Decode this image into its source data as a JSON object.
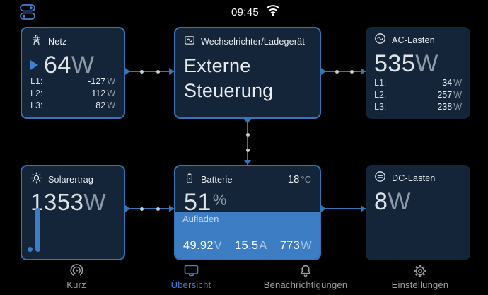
{
  "status_bar": {
    "time": "09:45",
    "wifi_icon": "wifi-icon",
    "menu_icon": "toggles-icon"
  },
  "tiles": {
    "grid": {
      "icon": "pylon-icon",
      "title": "Netz",
      "value": "64",
      "unit": "W",
      "phases": [
        {
          "label": "L1:",
          "value": "-127",
          "unit": "W"
        },
        {
          "label": "L2:",
          "value": "112",
          "unit": "W"
        },
        {
          "label": "L3:",
          "value": "82",
          "unit": "W"
        }
      ]
    },
    "inverter": {
      "icon": "inverter-icon",
      "title": "Wechselrichter/Ladegerät",
      "mode": "Externe Steuerung"
    },
    "ac_loads": {
      "icon": "ac-sine-icon",
      "title": "AC-Lasten",
      "value": "535",
      "unit": "W",
      "phases": [
        {
          "label": "L1:",
          "value": "34",
          "unit": "W"
        },
        {
          "label": "L2:",
          "value": "257",
          "unit": "W"
        },
        {
          "label": "L3:",
          "value": "238",
          "unit": "W"
        }
      ]
    },
    "solar": {
      "icon": "sun-icon",
      "title": "Solarertrag",
      "value": "1353",
      "unit": "W"
    },
    "battery": {
      "icon": "battery-icon",
      "title": "Batterie",
      "temperature_value": "18",
      "temperature_unit": "°C",
      "soc_value": "51",
      "soc_unit": "%",
      "state_label": "Aufladen",
      "fill_percent": 51,
      "metrics": [
        {
          "value": "49.92",
          "unit": "V"
        },
        {
          "value": "15.5",
          "unit": "A"
        },
        {
          "value": "773",
          "unit": "W"
        }
      ]
    },
    "dc_loads": {
      "icon": "dc-icon",
      "title": "DC-Lasten",
      "value": "8",
      "unit": "W"
    }
  },
  "nav": {
    "items": [
      {
        "label": "Kurz",
        "icon": "gauge-rings-icon",
        "active": false
      },
      {
        "label": "Übersicht",
        "icon": "display-icon",
        "active": true
      },
      {
        "label": "Benachrichtigungen",
        "icon": "bell-icon",
        "active": false
      },
      {
        "label": "Einstellungen",
        "icon": "gear-icon",
        "active": false
      }
    ]
  },
  "colors": {
    "accent": "#3574b6",
    "accent_bright": "#3f82d0",
    "battery_fill": "#3c7dc4",
    "tile_bg": "#142539",
    "active_tab": "#3c82dd",
    "unit_text": "#8e9aa7"
  }
}
